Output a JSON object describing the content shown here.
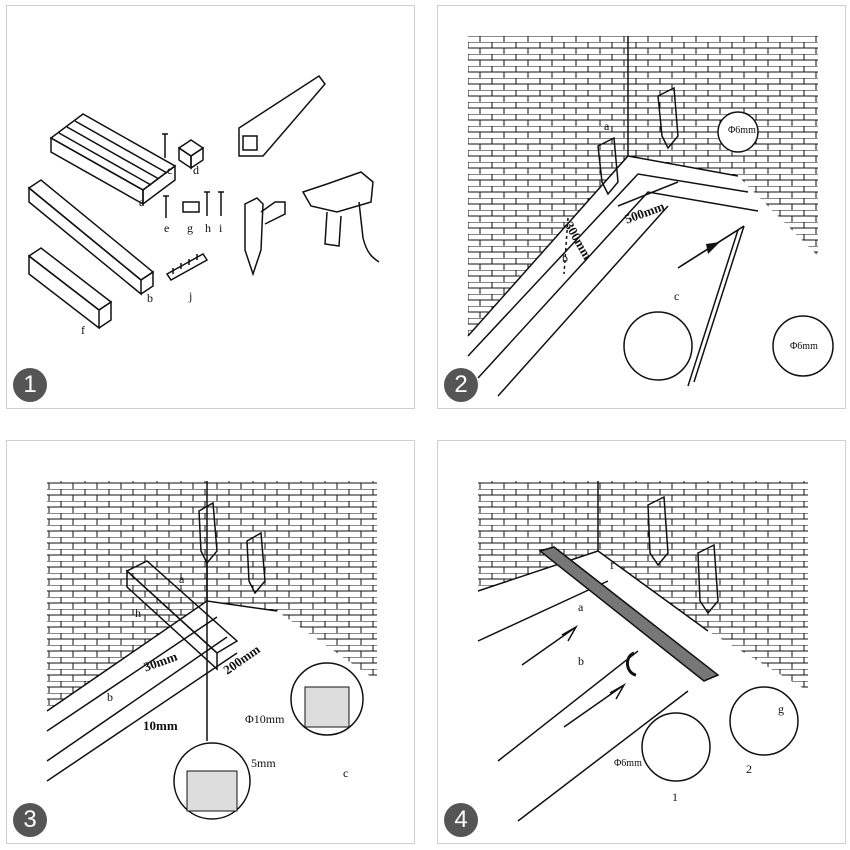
{
  "steps": [
    "1",
    "2",
    "3",
    "4"
  ],
  "panel1": {
    "labels": {
      "a": "a",
      "b": "b",
      "c": "c",
      "d": "d",
      "e": "e",
      "f": "f",
      "g": "g",
      "h": "h",
      "i": "i",
      "j": "j"
    }
  },
  "panel2": {
    "dim_300": "300mm",
    "dim_500": "500mm",
    "dia_top": "Φ6mm",
    "dia_bottom": "Φ6mm",
    "labels": {
      "a": "a",
      "b": "b",
      "c": "c"
    }
  },
  "panel3": {
    "dim_30": "30mm",
    "dim_200": "200mm",
    "dim_10": "10mm",
    "dia": "Φ10mm",
    "depth": "5mm",
    "labels": {
      "a": "a",
      "b": "b",
      "c": "c",
      "h": "h"
    }
  },
  "panel4": {
    "dia": "Φ6mm",
    "labels": {
      "a": "a",
      "b": "b",
      "f": "f",
      "g": "g"
    },
    "detail_1": "1",
    "detail_2": "2"
  }
}
